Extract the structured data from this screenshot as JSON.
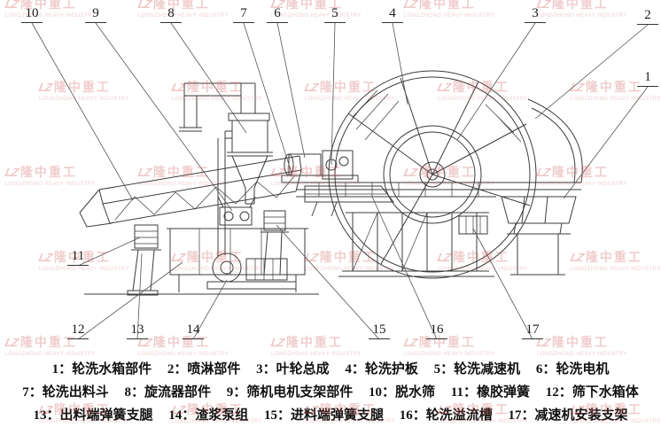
{
  "watermark": {
    "logo": "LZ",
    "text": "隆中重工",
    "subtitle": "LONGZHONG HEAVY INDUSTRY",
    "color": "#d06060"
  },
  "callouts": {
    "items": [
      {
        "num": "1"
      },
      {
        "num": "2"
      },
      {
        "num": "3"
      },
      {
        "num": "4"
      },
      {
        "num": "5"
      },
      {
        "num": "6"
      },
      {
        "num": "7"
      },
      {
        "num": "8"
      },
      {
        "num": "9"
      },
      {
        "num": "10"
      },
      {
        "num": "11"
      },
      {
        "num": "12"
      },
      {
        "num": "13"
      },
      {
        "num": "14"
      },
      {
        "num": "15"
      },
      {
        "num": "16"
      },
      {
        "num": "17"
      }
    ]
  },
  "legend": {
    "lines": [
      {
        "items": [
          {
            "text": "1：轮洗水箱部件"
          },
          {
            "text": "2：喷淋部件"
          },
          {
            "text": "3：叶轮总成"
          },
          {
            "text": "4：轮洗护板"
          },
          {
            "text": "5：轮洗减速机"
          },
          {
            "text": "6：轮洗电机"
          }
        ]
      },
      {
        "items": [
          {
            "text": "7：轮洗出料斗"
          },
          {
            "text": "8：旋流器部件"
          },
          {
            "text": "9：筛机电机支架部件"
          },
          {
            "text": "10：脱水筛"
          },
          {
            "text": "11：橡胶弹簧"
          },
          {
            "text": "12：筛下水箱体"
          }
        ]
      },
      {
        "items": [
          {
            "text": "13：出料端弹簧支腿"
          },
          {
            "text": "14：渣浆泵组"
          },
          {
            "text": "15：进料端弹簧支腿"
          },
          {
            "text": "16：轮洗溢流槽"
          },
          {
            "text": "17：减速机安装支架"
          }
        ]
      }
    ]
  }
}
